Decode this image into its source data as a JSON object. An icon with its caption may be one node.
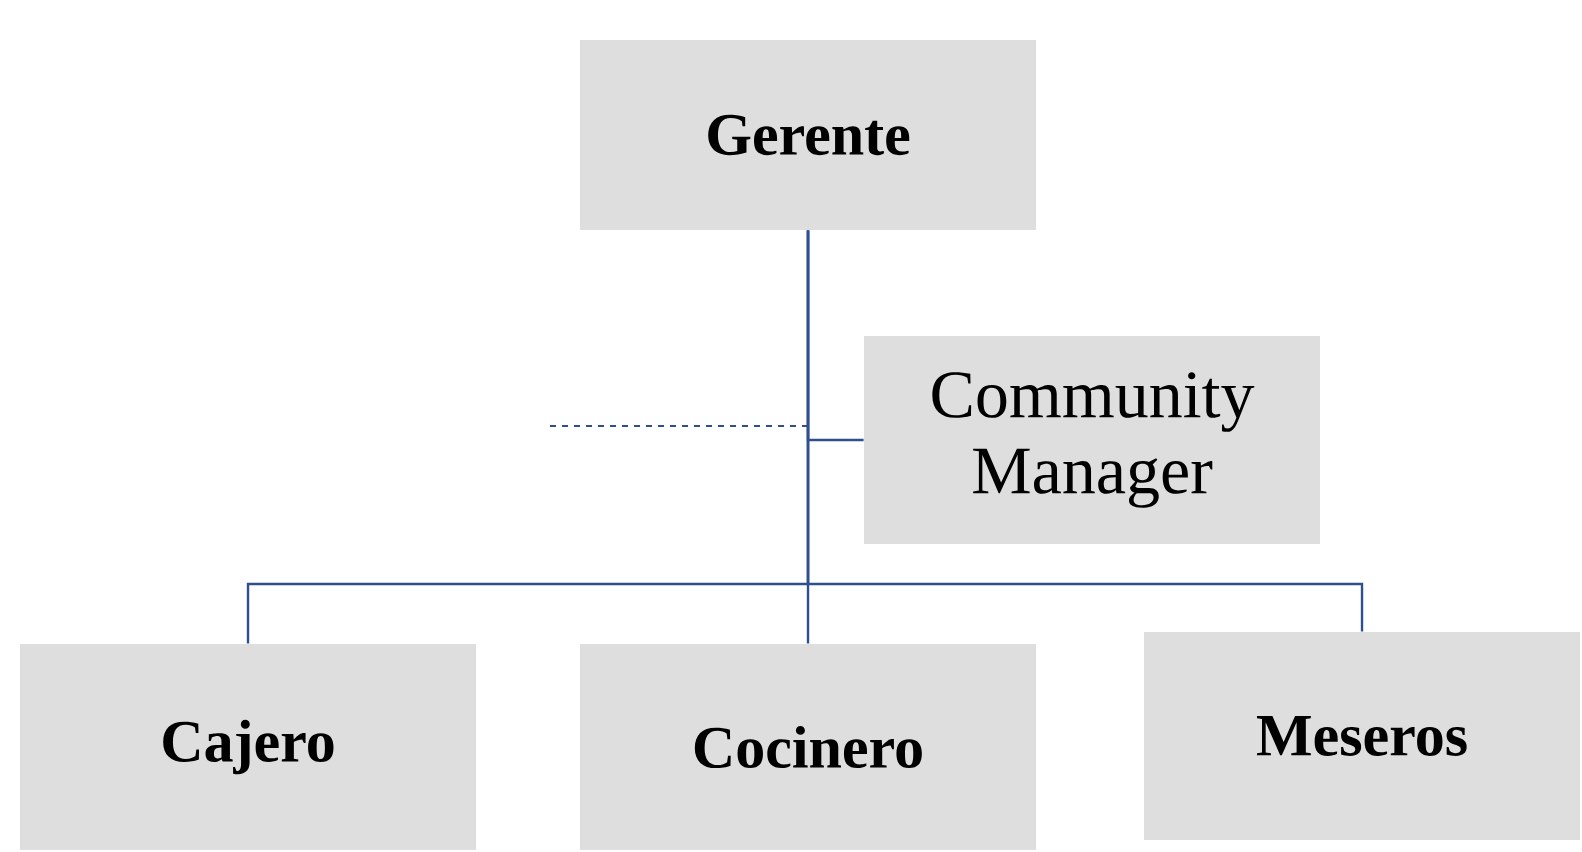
{
  "diagram": {
    "nodes": [
      {
        "text": [
          "Gerente"
        ]
      },
      {
        "text": [
          "Community Manager"
        ]
      },
      {
        "text": [
          "Cajero"
        ]
      },
      {
        "text": [
          "Cocinero"
        ]
      },
      {
        "text": [
          "Meseros"
        ]
      }
    ],
    "edges": [
      {
        "from": 0,
        "to": 1,
        "arrow": "none"
      },
      {
        "from": 0,
        "to": 2,
        "arrow": "none"
      },
      {
        "from": 0,
        "to": 3,
        "arrow": "none"
      },
      {
        "from": 0,
        "to": 4,
        "arrow": "none"
      }
    ]
  }
}
